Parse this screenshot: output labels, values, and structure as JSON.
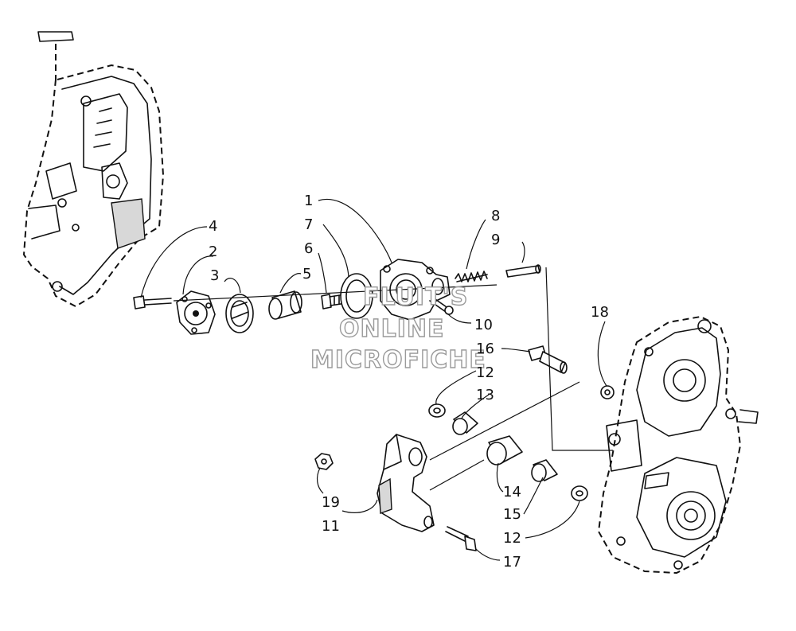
{
  "watermark": [
    "FLUIT'S",
    "ONLINE",
    "MICROFICHE"
  ],
  "callouts": {
    "c1": "1",
    "c2": "2",
    "c3": "3",
    "c4": "4",
    "c5": "5",
    "c6": "6",
    "c7": "7",
    "c8": "8",
    "c9": "9",
    "c10": "10",
    "c11": "11",
    "c12a": "12",
    "c12b": "12",
    "c13": "13",
    "c14": "14",
    "c15": "15",
    "c16": "16",
    "c17": "17",
    "c18": "18",
    "c19": "19"
  }
}
